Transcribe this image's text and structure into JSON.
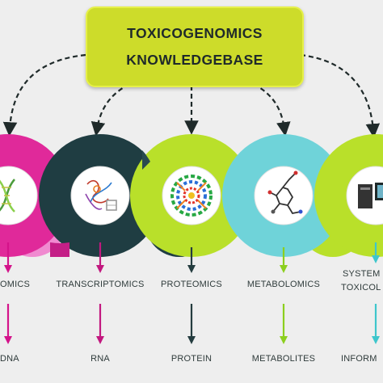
{
  "title": {
    "line1": "TOXICOGENOMICS",
    "line2": "KNOWLEDGEBASE"
  },
  "columns": [
    {
      "omics": "OMICS",
      "molecule": "DNA",
      "icon": "dna-helix-icon",
      "color": "#d4138a"
    },
    {
      "omics": "TRANSCRIPTOMICS",
      "molecule": "RNA",
      "icon": "rna-structure-icon",
      "color": "#c2187f"
    },
    {
      "omics": "PROTEOMICS",
      "molecule": "PROTEIN",
      "icon": "protein-structure-icon",
      "color": "#243c3f"
    },
    {
      "omics": "METABOLOMICS",
      "molecule": "METABOLITES",
      "icon": "metabolite-molecule-icon",
      "color": "#8ccf1e"
    },
    {
      "omics_line1": "SYSTEM",
      "omics_line2": "TOXICOL",
      "molecule": "INFORM",
      "icon": "computer-monitor-icon",
      "color": "#3ec6cc"
    }
  ],
  "colors": {
    "magenta": "#e0299a",
    "pink": "#f08ad0",
    "dark_teal": "#1f3d42",
    "lime": "#b9e02a",
    "cyan": "#6fd3d9",
    "title_fill": "#cddc2a"
  }
}
